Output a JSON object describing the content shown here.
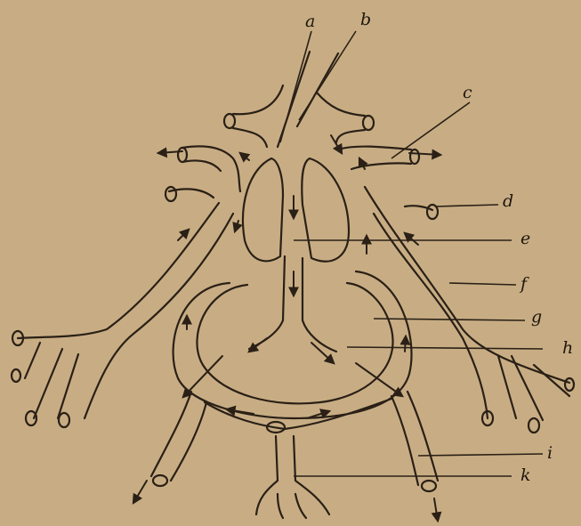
{
  "figure": {
    "labels": [
      {
        "id": "a",
        "text": "a"
      },
      {
        "id": "b",
        "text": "b"
      },
      {
        "id": "c",
        "text": "c"
      },
      {
        "id": "d",
        "text": "d"
      },
      {
        "id": "e",
        "text": "e"
      },
      {
        "id": "f",
        "text": "f"
      },
      {
        "id": "g",
        "text": "g"
      },
      {
        "id": "h",
        "text": "h"
      },
      {
        "id": "i",
        "text": "i"
      },
      {
        "id": "k",
        "text": "k"
      }
    ]
  },
  "colors": {
    "paper": "#c8ad84",
    "ink": "#2a2016"
  }
}
